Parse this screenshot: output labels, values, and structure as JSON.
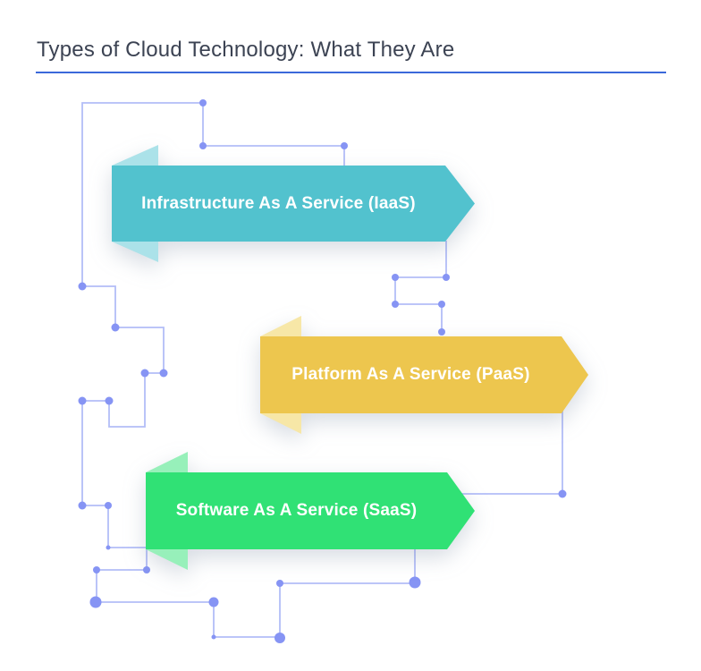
{
  "title": "Types of Cloud Technology: What They Are",
  "palette": {
    "background": "#FFFFFF",
    "title_text": "#3C4353",
    "title_underline": "#3B68DA",
    "circuit_line": "#B3BDF8",
    "circuit_dot": "#8694F4",
    "label_text": "#FFFFFF"
  },
  "arrows": [
    {
      "id": "iaas",
      "label": "Infrastructure As A Service (IaaS)",
      "body_color": "#52C2CE",
      "tail_color": "#ABE2E9"
    },
    {
      "id": "paas",
      "label": "Platform As A Service (PaaS)",
      "body_color": "#EDC64E",
      "tail_color": "#F7E7A7"
    },
    {
      "id": "saas",
      "label": "Software As A Service (SaaS)",
      "body_color": "#30E175",
      "tail_color": "#97F0BA"
    }
  ]
}
